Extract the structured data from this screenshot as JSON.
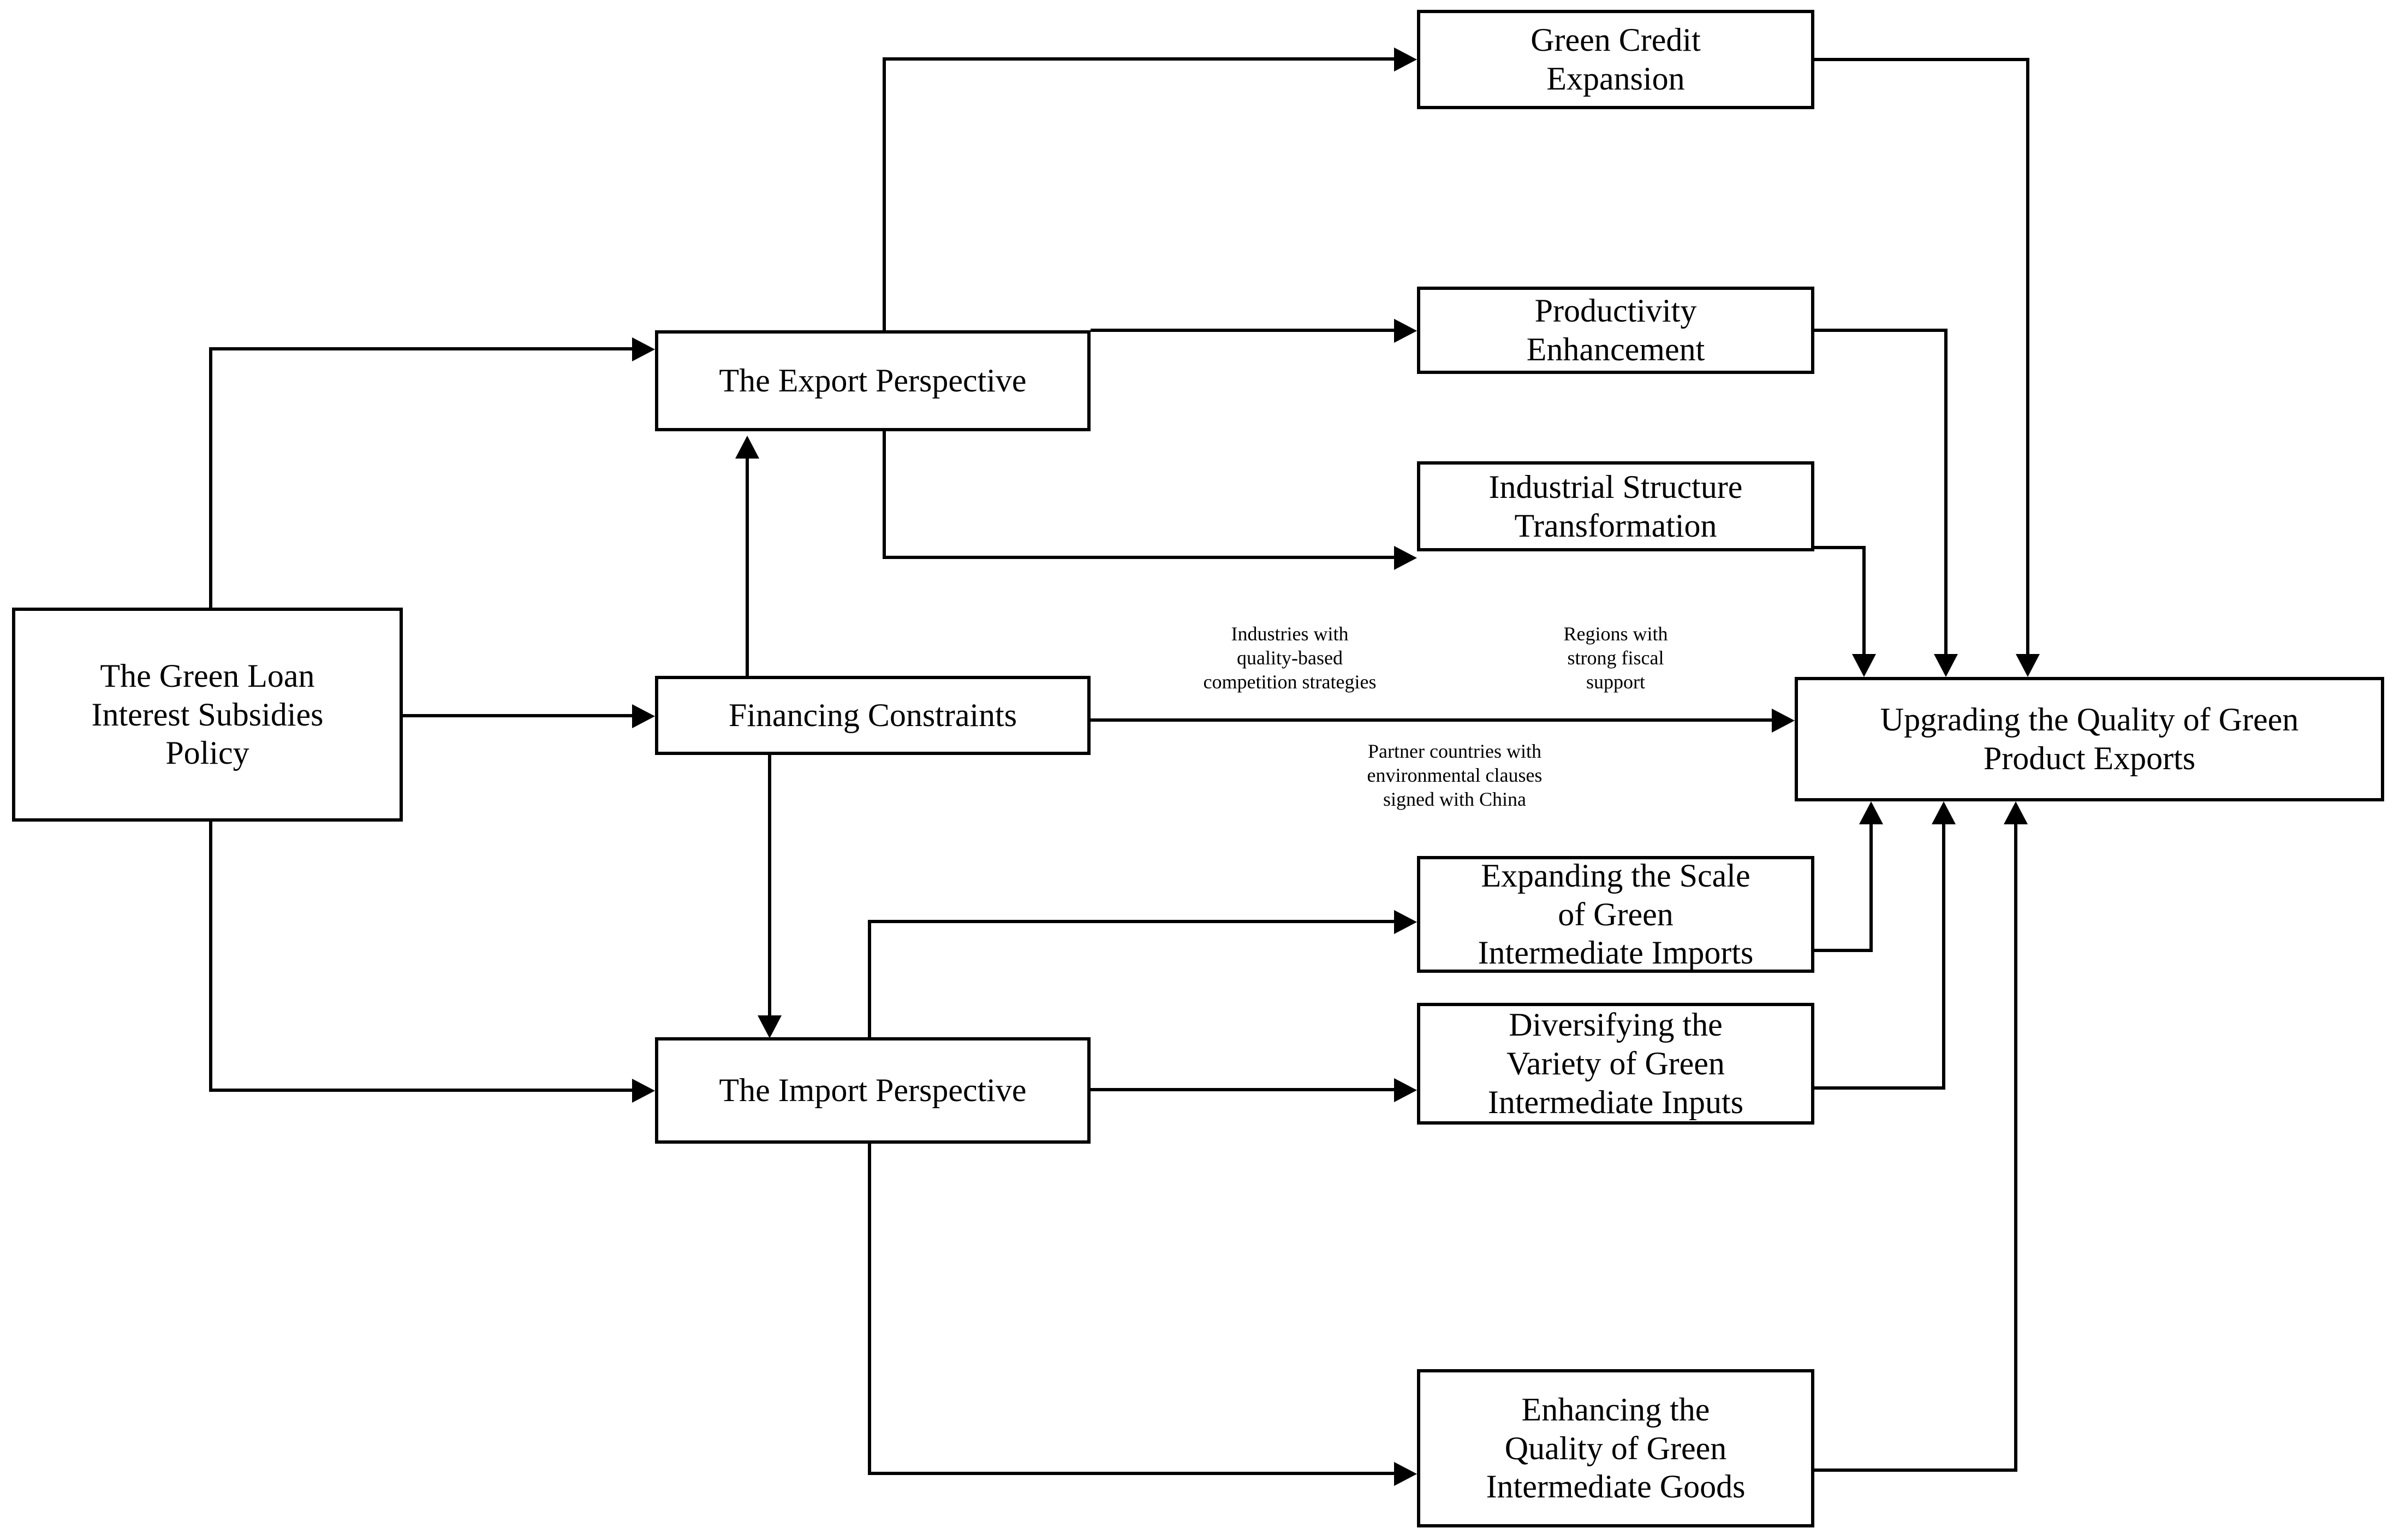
{
  "diagram": {
    "type": "flowchart",
    "title": "",
    "nodes": {
      "policy": {
        "label": "The Green Loan Interest Subsidies Policy",
        "lines": [
          "The Green Loan",
          "Interest Subsidies",
          "Policy"
        ]
      },
      "export_perspective": {
        "label": "The Export Perspective",
        "lines": [
          "The Export Perspective"
        ]
      },
      "financing_constraints": {
        "label": "Financing Constraints",
        "lines": [
          "Financing Constraints"
        ]
      },
      "import_perspective": {
        "label": "The Import Perspective",
        "lines": [
          "The Import Perspective"
        ]
      },
      "green_credit": {
        "label": "Green Credit Expansion",
        "lines": [
          "Green Credit",
          "Expansion"
        ]
      },
      "productivity": {
        "label": "Productivity Enhancement",
        "lines": [
          "Productivity",
          "Enhancement"
        ]
      },
      "industrial_structure": {
        "label": "Industrial Structure Transformation",
        "lines": [
          "Industrial Structure",
          "Transformation"
        ]
      },
      "expanding_scale": {
        "label": "Expanding the Scale of Green Intermediate Imports",
        "lines": [
          "Expanding the Scale",
          "of Green",
          "Intermediate Imports"
        ]
      },
      "diversifying_variety": {
        "label": "Diversifying the Variety of Green Intermediate Inputs",
        "lines": [
          "Diversifying the",
          "Variety of Green",
          "Intermediate Inputs"
        ]
      },
      "enhancing_quality": {
        "label": "Enhancing the Quality of Green Intermediate Goods",
        "lines": [
          "Enhancing the",
          "Quality of Green",
          "Intermediate Goods"
        ]
      },
      "outcome": {
        "label": "Upgrading the Quality of Green Product Exports",
        "lines": [
          "Upgrading the Quality of Green",
          "Product Exports"
        ]
      }
    },
    "annotations": {
      "industries": {
        "lines": [
          "Industries with",
          "quality-based",
          "competition strategies"
        ]
      },
      "regions": {
        "lines": [
          "Regions with",
          "strong fiscal",
          "support"
        ]
      },
      "partners": {
        "lines": [
          "Partner countries with",
          "environmental clauses",
          "signed with China"
        ]
      }
    },
    "edges": [
      {
        "from": "policy",
        "to": "export_perspective"
      },
      {
        "from": "policy",
        "to": "financing_constraints"
      },
      {
        "from": "policy",
        "to": "import_perspective"
      },
      {
        "from": "financing_constraints",
        "to": "export_perspective"
      },
      {
        "from": "financing_constraints",
        "to": "import_perspective"
      },
      {
        "from": "financing_constraints",
        "to": "outcome"
      },
      {
        "from": "export_perspective",
        "to": "green_credit"
      },
      {
        "from": "export_perspective",
        "to": "productivity"
      },
      {
        "from": "export_perspective",
        "to": "industrial_structure"
      },
      {
        "from": "import_perspective",
        "to": "expanding_scale"
      },
      {
        "from": "import_perspective",
        "to": "diversifying_variety"
      },
      {
        "from": "import_perspective",
        "to": "enhancing_quality"
      },
      {
        "from": "green_credit",
        "to": "outcome"
      },
      {
        "from": "productivity",
        "to": "outcome"
      },
      {
        "from": "industrial_structure",
        "to": "outcome"
      },
      {
        "from": "expanding_scale",
        "to": "outcome"
      },
      {
        "from": "diversifying_variety",
        "to": "outcome"
      },
      {
        "from": "enhancing_quality",
        "to": "outcome"
      }
    ],
    "colors": {
      "stroke": "#000000",
      "fill": "#ffffff",
      "text": "#000000"
    }
  }
}
